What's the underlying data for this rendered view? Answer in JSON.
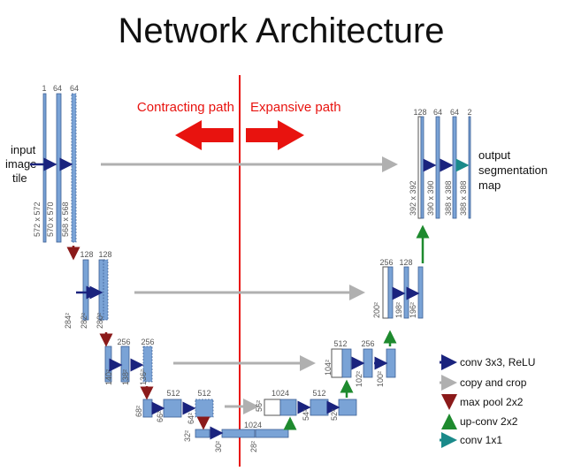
{
  "title": "Network Architecture",
  "path_labels": {
    "contracting": "Contracting path",
    "expansive": "Expansive path"
  },
  "input_label": [
    "input",
    "image",
    "tile"
  ],
  "output_label": [
    "output",
    "segmentation",
    "map"
  ],
  "channels": {
    "l1_enc": [
      "1",
      "64",
      "64"
    ],
    "l2_enc": [
      "128",
      "128"
    ],
    "l3_enc": [
      "256",
      "256"
    ],
    "l4_enc": [
      "512",
      "512"
    ],
    "l5": [
      "1024"
    ],
    "l4_dec": [
      "1024",
      "512"
    ],
    "l3_dec": [
      "512",
      "256"
    ],
    "l2_dec": [
      "256",
      "128"
    ],
    "l1_dec": [
      "128",
      "64",
      "64",
      "2"
    ]
  },
  "sizes": {
    "l1_enc": [
      "572 x 572",
      "570 x 570",
      "568 x 568"
    ],
    "l2_enc": [
      "284²",
      "282²",
      "280²"
    ],
    "l3_enc": [
      "140²",
      "138²",
      "136²"
    ],
    "l4_enc": [
      "68²",
      "66²",
      "64²"
    ],
    "l5": [
      "32²",
      "30²",
      "28²"
    ],
    "l4_dec": [
      "56²",
      "54²",
      "52²"
    ],
    "l3_dec": [
      "104²",
      "102²",
      "100²"
    ],
    "l2_dec": [
      "200²",
      "198²",
      "196²"
    ],
    "l1_dec": [
      "392 x 392",
      "390 x 390",
      "388 x 388",
      "388 x 388"
    ]
  },
  "legend": [
    {
      "label": "conv 3x3, ReLU",
      "color": "#1a237e",
      "icon": "conv-arrow-icon"
    },
    {
      "label": "copy and crop",
      "color": "#b0b0b0",
      "icon": "copy-arrow-icon"
    },
    {
      "label": "max pool 2x2",
      "color": "#8b1a1a",
      "icon": "maxpool-arrow-icon"
    },
    {
      "label": "up-conv 2x2",
      "color": "#1e8a2e",
      "icon": "upconv-arrow-icon"
    },
    {
      "label": "conv 1x1",
      "color": "#1a8a8a",
      "icon": "conv1x1-arrow-icon"
    }
  ],
  "colors": {
    "blob": "#7aa3d6",
    "blob_edge": "#3d5f94",
    "divider": "#e8130f"
  }
}
